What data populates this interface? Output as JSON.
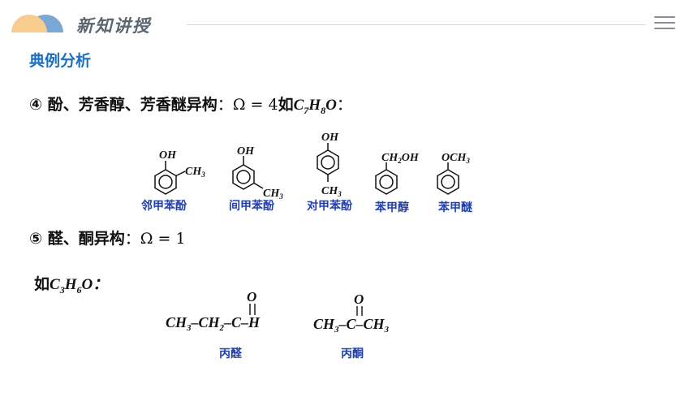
{
  "header": {
    "title": "新知讲授"
  },
  "section": {
    "title": "典例分析"
  },
  "item4": {
    "marker": "④",
    "text": "酚、芳香醇、芳香醚异构",
    "colon": "：",
    "omega": "Ω = 4",
    "ru": "如",
    "formula_c": "C",
    "sub_c": "7",
    "formula_h": "H",
    "sub_h": "8",
    "formula_o": "O",
    "end": "："
  },
  "aromatics": [
    {
      "caption": "邻甲苯酚",
      "group1": "OH",
      "group2": "CH",
      "group2_sub": "3"
    },
    {
      "caption": "间甲苯酚",
      "group1": "OH",
      "group2": "CH",
      "group2_sub": "3"
    },
    {
      "caption": "对甲苯酚",
      "group1": "OH",
      "group2": "CH",
      "group2_sub": "3"
    },
    {
      "caption": "苯甲醇",
      "group1": "CH",
      "group1_sub": "2",
      "group1_tail": "OH"
    },
    {
      "caption": "苯甲醚",
      "group1": "OCH",
      "group1_sub": "3"
    }
  ],
  "item5": {
    "marker": "⑤",
    "text": "醛、酮异构",
    "colon": "：",
    "omega": "Ω = 1"
  },
  "item6": {
    "ru": "如",
    "formula_c": "C",
    "sub_c": "3",
    "formula_h": "H",
    "sub_h": "6",
    "formula_o": "O",
    "end": "："
  },
  "carbonyls": [
    {
      "caption": "丙醛",
      "o": "O",
      "ch3": "CH",
      "sub3": "3",
      "ch2": "CH",
      "sub2": "2",
      "c": "C",
      "h": "H"
    },
    {
      "caption": "丙酮",
      "o": "O",
      "ch3": "CH",
      "sub3": "3",
      "c": "C"
    }
  ]
}
